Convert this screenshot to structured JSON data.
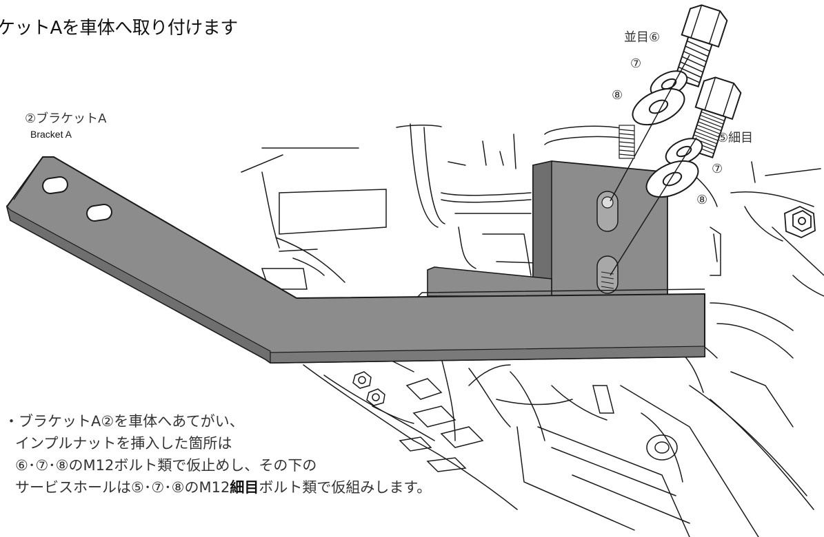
{
  "title": "ケットAを車体へ取り付けます",
  "labels": {
    "bracket_jp": "②ブラケットA",
    "bracket_en": "Bracket A",
    "nami_me_6": "並目⑥",
    "num7_top": "⑦",
    "num8_top": "⑧",
    "saime_5": "⑤細目",
    "num7_bottom": "⑦",
    "num8_bottom": "⑧"
  },
  "instructions": {
    "line1": "・ブラケットA②を車体へあてがい、",
    "line2": "インプルナットを挿入した箇所は",
    "line3": "⑥･⑦･⑧のM12ボルト類で仮止めし、その下の",
    "line4_pre": "サービスホールは⑤･⑦･⑧のM12",
    "line4_bold": "細目",
    "line4_post": "ボルト類で仮組みします。"
  },
  "colors": {
    "bracket_fill": "#8c8c8c",
    "bracket_dark": "#6f6f6f",
    "line": "#1a1a1a"
  },
  "icons": {
    "bolt": "hex-bolt-icon",
    "washer": "washer-icon",
    "nut": "hex-nut-icon"
  }
}
